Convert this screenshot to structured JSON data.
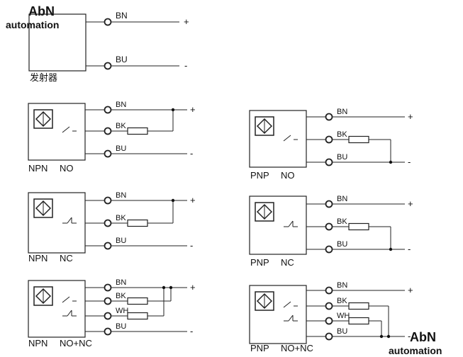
{
  "watermark": {
    "logo_top_left": "AbN",
    "text_top_left": "automation",
    "logo_bottom_right": "AbN",
    "text_bottom_right": "automation"
  },
  "emitter": {
    "caption": "发射器",
    "wires": [
      {
        "label": "BN",
        "terminal": "+"
      },
      {
        "label": "BU",
        "terminal": "-"
      }
    ]
  },
  "sensors": [
    {
      "id": "npn-no",
      "type_label": "NPN",
      "mode_label": "NO",
      "wires": [
        {
          "label": "BN",
          "terminal": "+"
        },
        {
          "label": "BK",
          "terminal": ""
        },
        {
          "label": "BU",
          "terminal": "-"
        }
      ]
    },
    {
      "id": "pnp-no",
      "type_label": "PNP",
      "mode_label": "NO",
      "wires": [
        {
          "label": "BN",
          "terminal": "+"
        },
        {
          "label": "BK",
          "terminal": ""
        },
        {
          "label": "BU",
          "terminal": "-"
        }
      ]
    },
    {
      "id": "npn-nc",
      "type_label": "NPN",
      "mode_label": "NC",
      "wires": [
        {
          "label": "BN",
          "terminal": "+"
        },
        {
          "label": "BK",
          "terminal": ""
        },
        {
          "label": "BU",
          "terminal": "-"
        }
      ]
    },
    {
      "id": "pnp-nc",
      "type_label": "PNP",
      "mode_label": "NC",
      "wires": [
        {
          "label": "BN",
          "terminal": "+"
        },
        {
          "label": "BK",
          "terminal": ""
        },
        {
          "label": "BU",
          "terminal": "-"
        }
      ]
    },
    {
      "id": "npn-no-nc",
      "type_label": "NPN",
      "mode_label": "NO+NC",
      "wires": [
        {
          "label": "BN",
          "terminal": "+"
        },
        {
          "label": "BK",
          "terminal": ""
        },
        {
          "label": "WH",
          "terminal": ""
        },
        {
          "label": "BU",
          "terminal": "-"
        }
      ]
    },
    {
      "id": "pnp-no-nc",
      "type_label": "PNP",
      "mode_label": "NO+NC",
      "wires": [
        {
          "label": "BN",
          "terminal": "+"
        },
        {
          "label": "BK",
          "terminal": ""
        },
        {
          "label": "WH",
          "terminal": ""
        },
        {
          "label": "BU",
          "terminal": "-"
        }
      ]
    }
  ]
}
